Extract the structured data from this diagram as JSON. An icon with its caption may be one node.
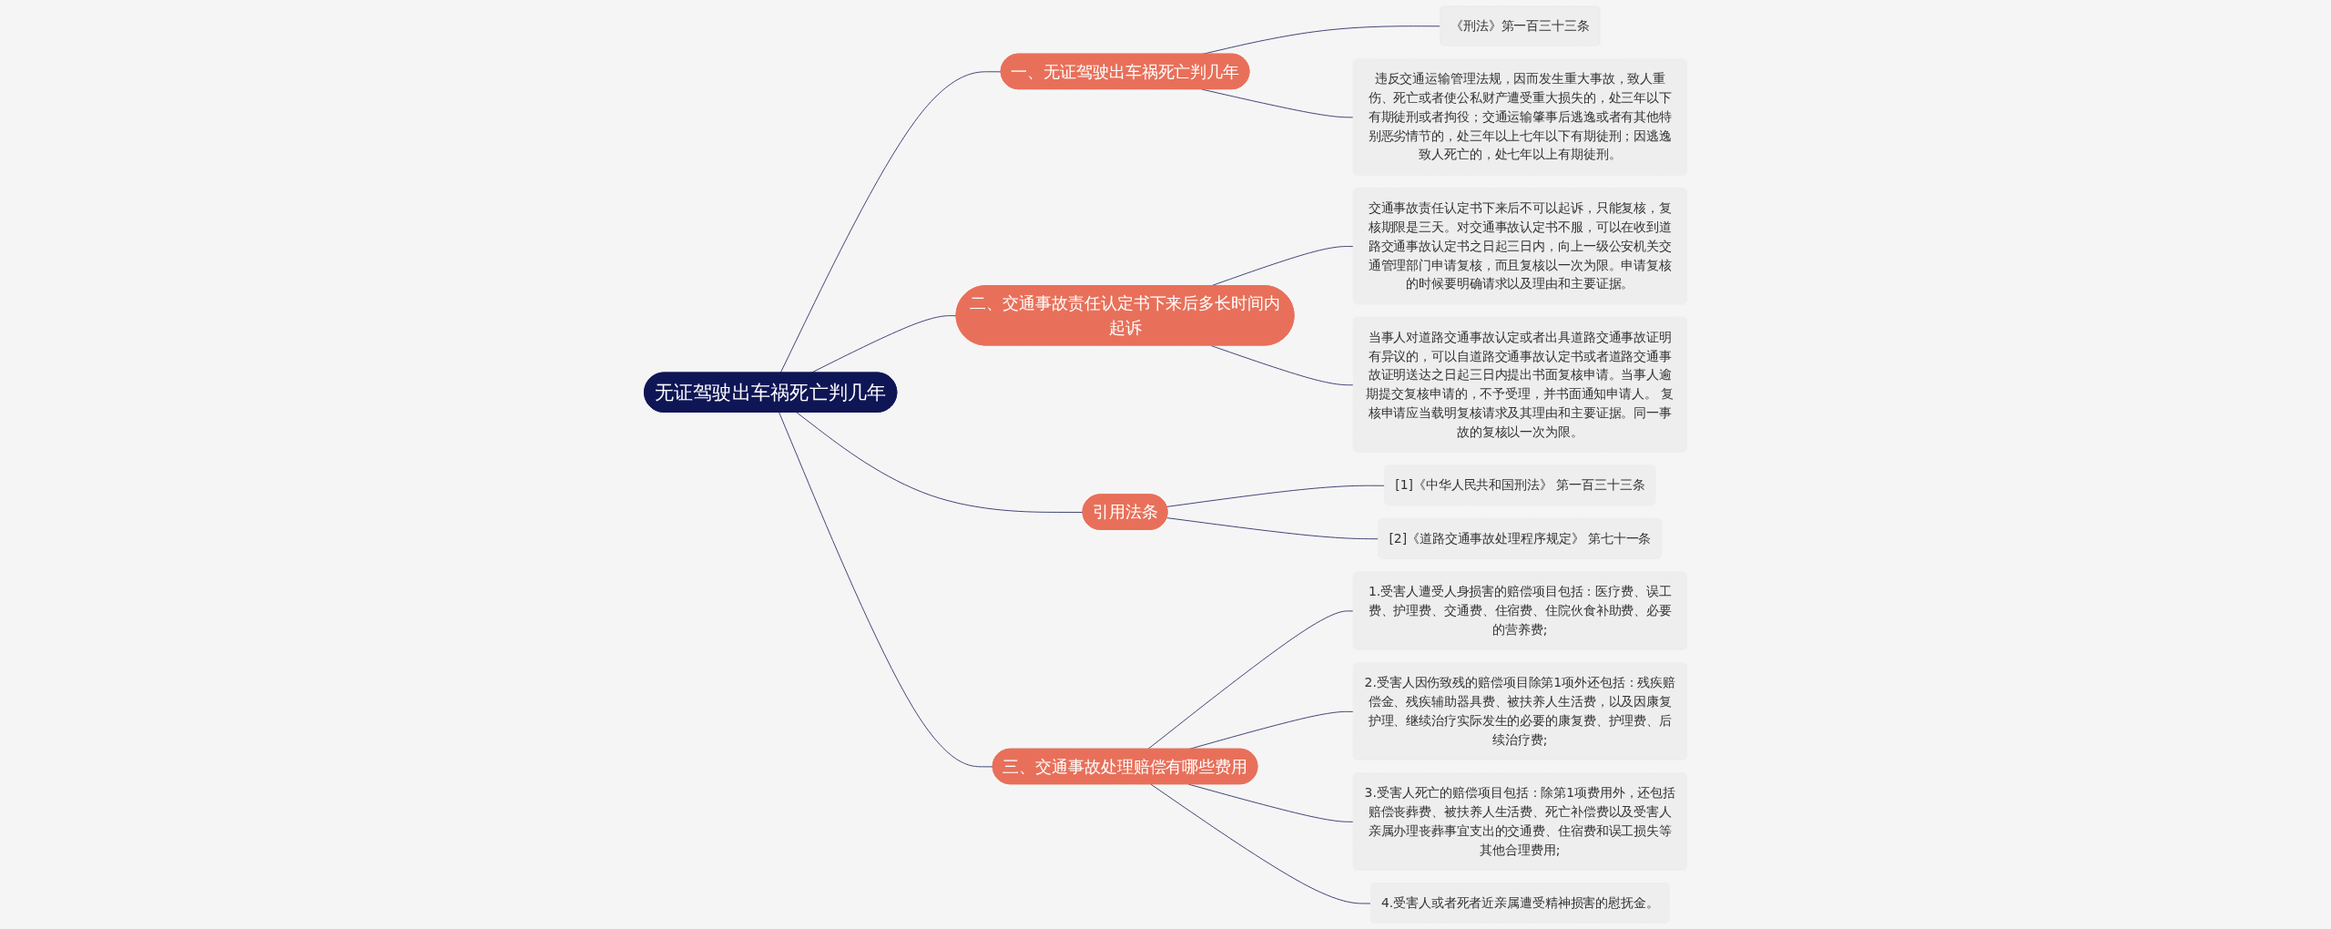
{
  "diagram": {
    "nodes": [
      {
        "text": [
          "无证驾驶出车祸死亡判几年"
        ]
      },
      {
        "text": [
          "一、无证驾驶出车祸死亡判几年"
        ]
      },
      {
        "text": [
          "《刑法》第一百三十三条"
        ]
      },
      {
        "text": [
          "违反交通运输管理法规，因而发生重大事故，致人重伤、死亡或者使公私财产遭受重大损失的，处三年以下有期徒刑或者拘役；交通运输肇事后逃逸或者有其他特别恶劣情节的，处三年以上七年以下有期徒刑；因逃逸致人死亡的，处七年以上有期徒刑。"
        ]
      },
      {
        "text": [
          "二、交通事故责任认定书下来后多长时间内起诉"
        ]
      },
      {
        "text": [
          "交通事故责任认定书下来后不可以起诉，只能复核，复核期限是三天。对交通事故认定书不服，可以在收到道路交通事故认定书之日起三日内，向上一级公安机关交通管理部门申请复核，而且复核以一次为限。申请复核的时候要明确请求以及理由和主要证据。"
        ]
      },
      {
        "text": [
          "当事人对道路交通事故认定或者出具道路交通事故证明有异议的，可以自道路交通事故认定书或者道路交通事故证明送达之日起三日内提出书面复核申请。当事人逾期提交复核申请的，不予受理，并书面通知申请人。 复核申请应当载明复核请求及其理由和主要证据。同一事故的复核以一次为限。"
        ]
      },
      {
        "text": [
          "引用法条"
        ]
      },
      {
        "text": [
          "[1]《中华人民共和国刑法》 第一百三十三条"
        ]
      },
      {
        "text": [
          "[2]《道路交通事故处理程序规定》 第七十一条"
        ]
      },
      {
        "text": [
          "三、交通事故处理赔偿有哪些费用"
        ]
      },
      {
        "text": [
          "1.受害人遭受人身损害的赔偿项目包括：医疗费、误工费、护理费、交通费、住宿费、住院伙食补助费、必要的营养费;"
        ]
      },
      {
        "text": [
          "2.受害人因伤致残的赔偿项目除第1项外还包括：残疾赔偿金、残疾辅助器具费、被扶养人生活费，以及因康复护理、继续治疗实际发生的必要的康复费、护理费、后续治疗费;"
        ]
      },
      {
        "text": [
          "3.受害人死亡的赔偿项目包括：除第1项费用外，还包括赔偿丧葬费、被扶养人生活费、死亡补偿费以及受害人亲属办理丧葬事宜支出的交通费、住宿费和误工损失等其他合理费用;"
        ]
      },
      {
        "text": [
          "4.受害人或者死者近亲属遭受精神损害的慰抚金。"
        ]
      }
    ],
    "edges": [
      {
        "from": 0,
        "to": 1,
        "arrow": "none"
      },
      {
        "from": 1,
        "to": 2,
        "arrow": "none"
      },
      {
        "from": 1,
        "to": 3,
        "arrow": "none"
      },
      {
        "from": 0,
        "to": 4,
        "arrow": "none"
      },
      {
        "from": 4,
        "to": 5,
        "arrow": "none"
      },
      {
        "from": 4,
        "to": 6,
        "arrow": "none"
      },
      {
        "from": 0,
        "to": 7,
        "arrow": "none"
      },
      {
        "from": 7,
        "to": 8,
        "arrow": "none"
      },
      {
        "from": 7,
        "to": 9,
        "arrow": "none"
      },
      {
        "from": 0,
        "to": 10,
        "arrow": "none"
      },
      {
        "from": 10,
        "to": 11,
        "arrow": "none"
      },
      {
        "from": 10,
        "to": 12,
        "arrow": "none"
      },
      {
        "from": 10,
        "to": 13,
        "arrow": "none"
      },
      {
        "from": 10,
        "to": 14,
        "arrow": "none"
      }
    ]
  }
}
